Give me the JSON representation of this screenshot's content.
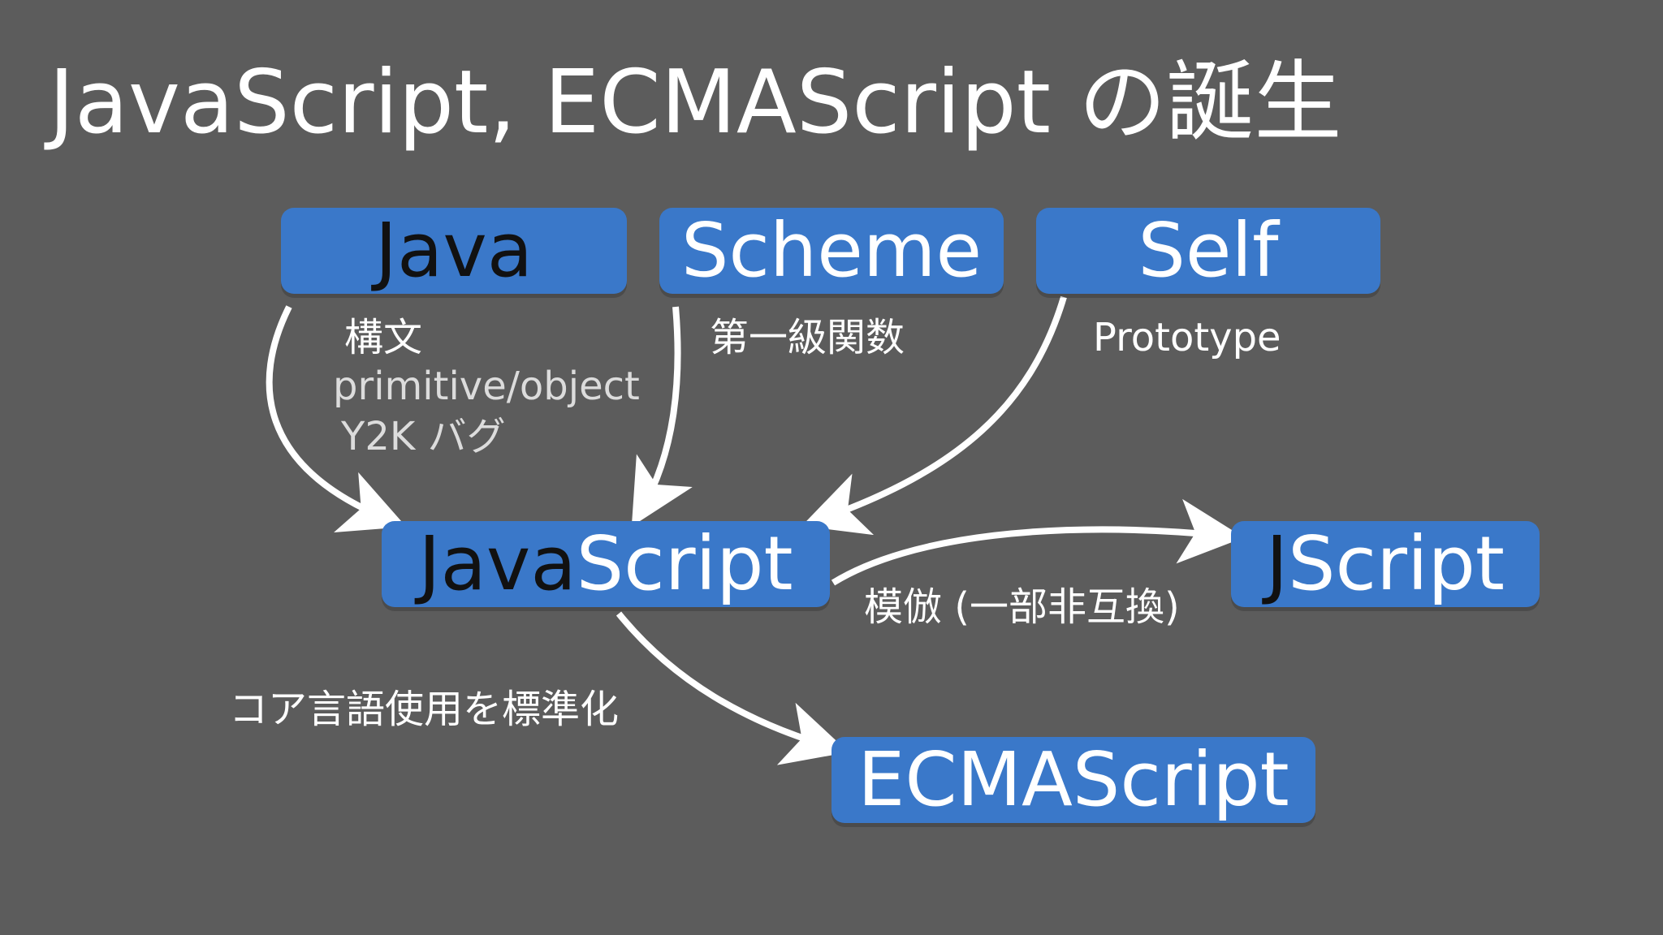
{
  "title": "JavaScript, ECMAScript の誕生",
  "nodes": {
    "java": "Java",
    "scheme": "Scheme",
    "self": "Self",
    "javascript_part1": "Java",
    "javascript_part2": "Script",
    "jscript_part1": "J",
    "jscript_part2": "Script",
    "ecmascript": "ECMAScript"
  },
  "labels": {
    "java_syntax": "構文",
    "java_primitive": "primitive/object",
    "java_y2k": "Y2K バグ",
    "scheme_first_class": "第一級関数",
    "self_prototype": "Prototype",
    "imitation": "模倣 (一部非互換)",
    "standardize": "コア言語使用を標準化"
  },
  "colors": {
    "background": "#5c5c5c",
    "node_fill": "#3a78c9",
    "node_text_light": "#ffffff",
    "node_text_dark": "#111111",
    "arrow": "#ffffff"
  }
}
